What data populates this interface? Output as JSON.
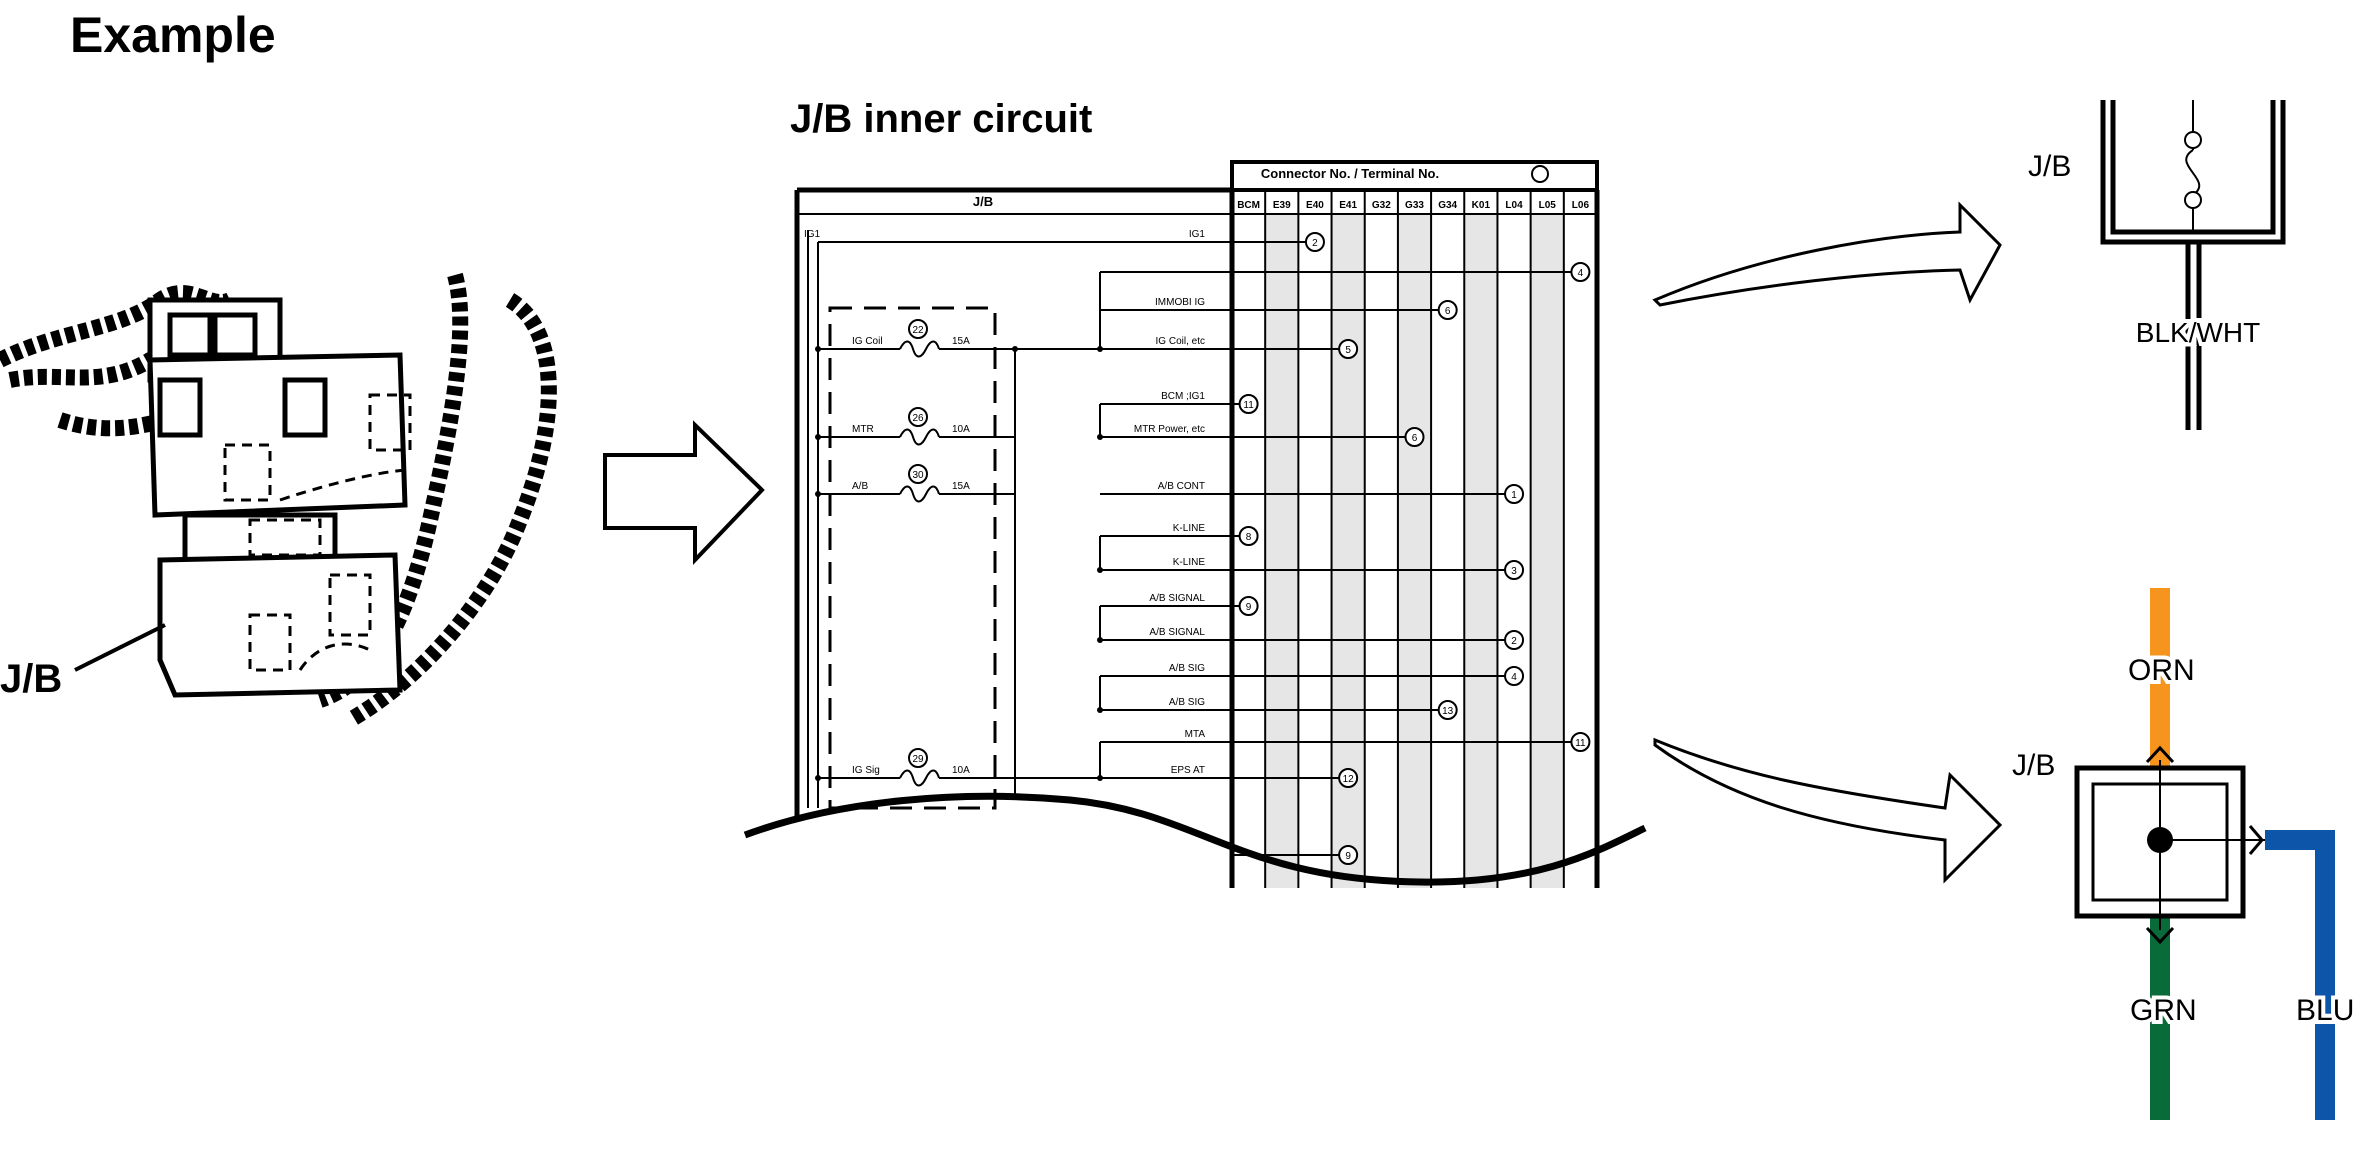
{
  "title": "Example",
  "jb_label": "J/B",
  "inner_title": "J/B inner circuit",
  "table": {
    "jb_header": "J/B",
    "connector_header": "Connector No. / Terminal No.",
    "columns": [
      "BCM",
      "E39",
      "E40",
      "E41",
      "G32",
      "G33",
      "G34",
      "K01",
      "L04",
      "L05",
      "L06"
    ],
    "shaded_columns": [
      "E39",
      "E41",
      "G33",
      "K01",
      "L05"
    ],
    "input_label": "IG1",
    "fuses": [
      {
        "name": "IG Coil",
        "number": "22",
        "rating": "15A"
      },
      {
        "name": "MTR",
        "number": "26",
        "rating": "10A"
      },
      {
        "name": "A/B",
        "number": "30",
        "rating": "15A"
      },
      {
        "name": "IG Sig",
        "number": "29",
        "rating": "10A"
      }
    ],
    "circuits": [
      {
        "label": "IG1",
        "terminal": "2",
        "column": "E40"
      },
      {
        "label": "",
        "terminal": "4",
        "column": "L06"
      },
      {
        "label": "IMMOBI IG",
        "terminal": "6",
        "column": "G34"
      },
      {
        "label": "IG Coil, etc",
        "terminal": "5",
        "column": "E41"
      },
      {
        "label": "BCM ;IG1",
        "terminal": "11",
        "column": "BCM"
      },
      {
        "label": "MTR Power, etc",
        "terminal": "6",
        "column": "G33"
      },
      {
        "label": "A/B CONT",
        "terminal": "1",
        "column": "L04"
      },
      {
        "label": "K-LINE",
        "terminal": "8",
        "column": "BCM"
      },
      {
        "label": "K-LINE",
        "terminal": "3",
        "column": "L04"
      },
      {
        "label": "A/B SIGNAL",
        "terminal": "9",
        "column": "BCM"
      },
      {
        "label": "A/B SIGNAL",
        "terminal": "2",
        "column": "L04"
      },
      {
        "label": "A/B SIG",
        "terminal": "4",
        "column": "L04"
      },
      {
        "label": "A/B SIG",
        "terminal": "13",
        "column": "G34"
      },
      {
        "label": "MTA",
        "terminal": "11",
        "column": "L06"
      },
      {
        "label": "EPS AT",
        "terminal": "12",
        "column": "E41"
      },
      {
        "label": "",
        "terminal": "9",
        "column": "E41"
      }
    ]
  },
  "top_detail": {
    "jb_label": "J/B",
    "wire_color": "BLK/WHT"
  },
  "bottom_detail": {
    "jb_label": "J/B",
    "wires": [
      {
        "name": "ORN",
        "color": "#F7941D"
      },
      {
        "name": "GRN",
        "color": "#0A6B3A"
      },
      {
        "name": "BLU",
        "color": "#0D55A8"
      }
    ]
  },
  "colors": {
    "line": "#000000",
    "shade": "#E6E6E6",
    "background": "#FFFFFF"
  }
}
